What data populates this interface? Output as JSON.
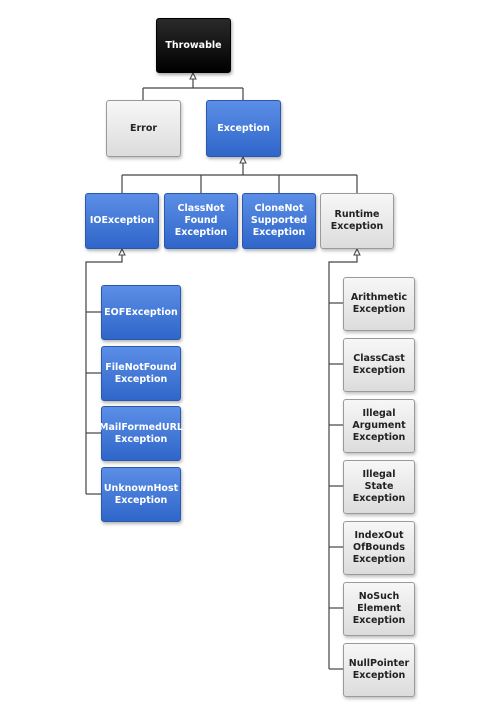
{
  "nodes": {
    "throwable": "Throwable",
    "error": "Error",
    "exception": "Exception",
    "ioexception": "IOException",
    "classnotfound": "ClassNot\nFound\nException",
    "clonenotsupported": "CloneNot\nSupported\nException",
    "runtime": "Runtime\nException",
    "eof": "EOFException",
    "filenotfound": "FileNotFound\nException",
    "malformedurl": "MailFormedURL\nException",
    "unknownhost": "UnknownHost\nException",
    "arithmetic": "Arithmetic\nException",
    "classcast": "ClassCast\nException",
    "illegalargument": "Illegal\nArgument\nException",
    "illegalstate": "Illegal\nState\nException",
    "indexoutofbounds": "IndexOut\nOfBounds\nException",
    "nosuchelement": "NoSuch\nElement\nException",
    "nullpointer": "NullPointer\nException"
  },
  "colors": {
    "root": "#000000",
    "checked": "#3a6fd6",
    "unchecked": "#e6e6e6",
    "connector": "#444444"
  }
}
